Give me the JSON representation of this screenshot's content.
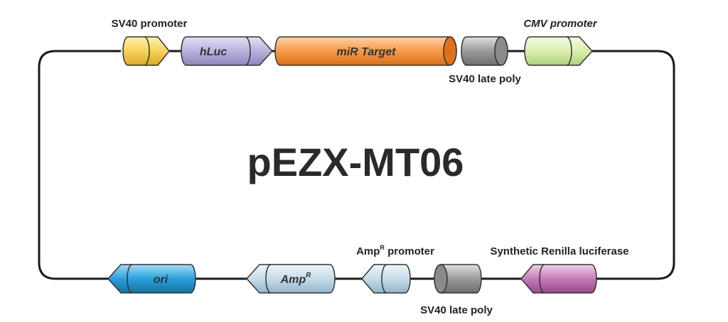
{
  "title": "pEZX-MT06",
  "features": {
    "sv40_promoter": {
      "label": "SV40 promoter",
      "color": "#f7d35a"
    },
    "hluc": {
      "label": "hLuc",
      "color": "#b9b2dc"
    },
    "mir_target": {
      "label": "miR Target",
      "color": "#f59a4a"
    },
    "sv40_late_poly_top": {
      "label": "SV40 late poly",
      "color": "#9a9a9a"
    },
    "cmv_promoter": {
      "label": "CMV promoter",
      "color": "#d9eeb0"
    },
    "ori": {
      "label": "ori",
      "color": "#2aa0dc"
    },
    "ampr": {
      "label": "Amp",
      "sup": "R",
      "color": "#c7dcea"
    },
    "ampr_promoter": {
      "label": "Amp",
      "sup": "R",
      "suffix": " promoter",
      "color": "#c7dcea"
    },
    "sv40_late_poly_bottom": {
      "label": "SV40 late poly",
      "color": "#9a9a9a"
    },
    "renilla": {
      "label": "Synthetic Renilla luciferase",
      "color": "#c77bb8"
    }
  }
}
